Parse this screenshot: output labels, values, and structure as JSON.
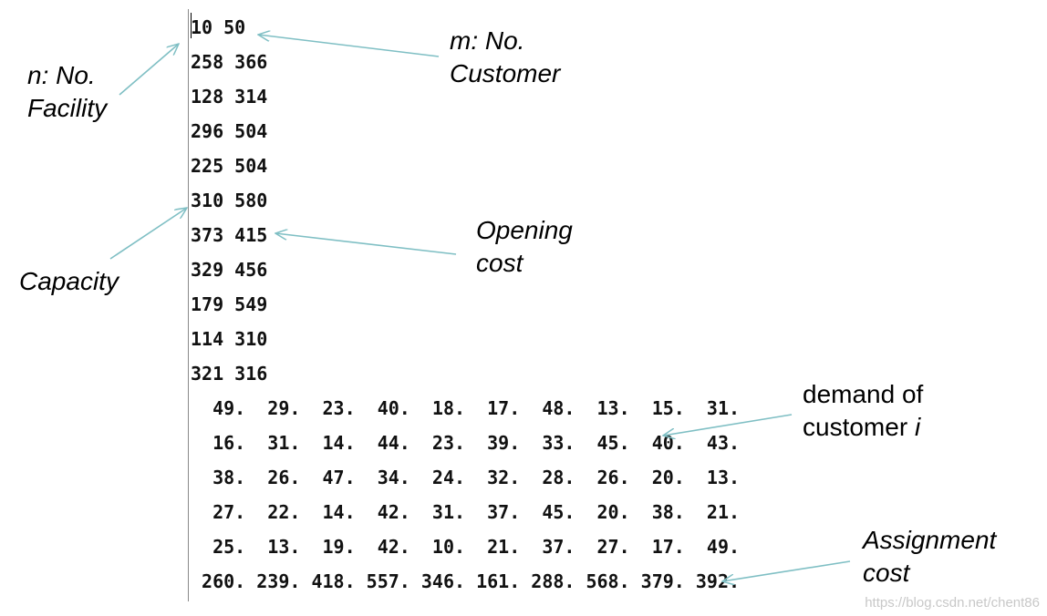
{
  "lines": [
    "10 50",
    "258 366",
    "128 314",
    "296 504",
    "225 504",
    "310 580",
    "373 415",
    "329 456",
    "179 549",
    "114 310",
    "321 316",
    "  49.  29.  23.  40.  18.  17.  48.  13.  15.  31.",
    "  16.  31.  14.  44.  23.  39.  33.  45.  40.  43.",
    "  38.  26.  47.  34.  24.  32.  28.  26.  20.  13.",
    "  27.  22.  14.  42.  31.  37.  45.  20.  38.  21.",
    "  25.  13.  19.  42.  10.  21.  37.  27.  17.  49.",
    " 260. 239. 418. 557. 346. 161. 288. 568. 379. 392."
  ],
  "annotations": {
    "n_label": "n: No.\nFacility",
    "m_label": "m: No.\nCustomer",
    "capacity_label": "Capacity",
    "opening_label": "Opening\ncost",
    "demand_label_1": "demand of",
    "demand_label_2": "customer ",
    "demand_label_i": "i",
    "assignment_label": "Assignment\ncost"
  },
  "arrow_color": "#7fbfc4",
  "watermark": "https://blog.csdn.net/chent86"
}
